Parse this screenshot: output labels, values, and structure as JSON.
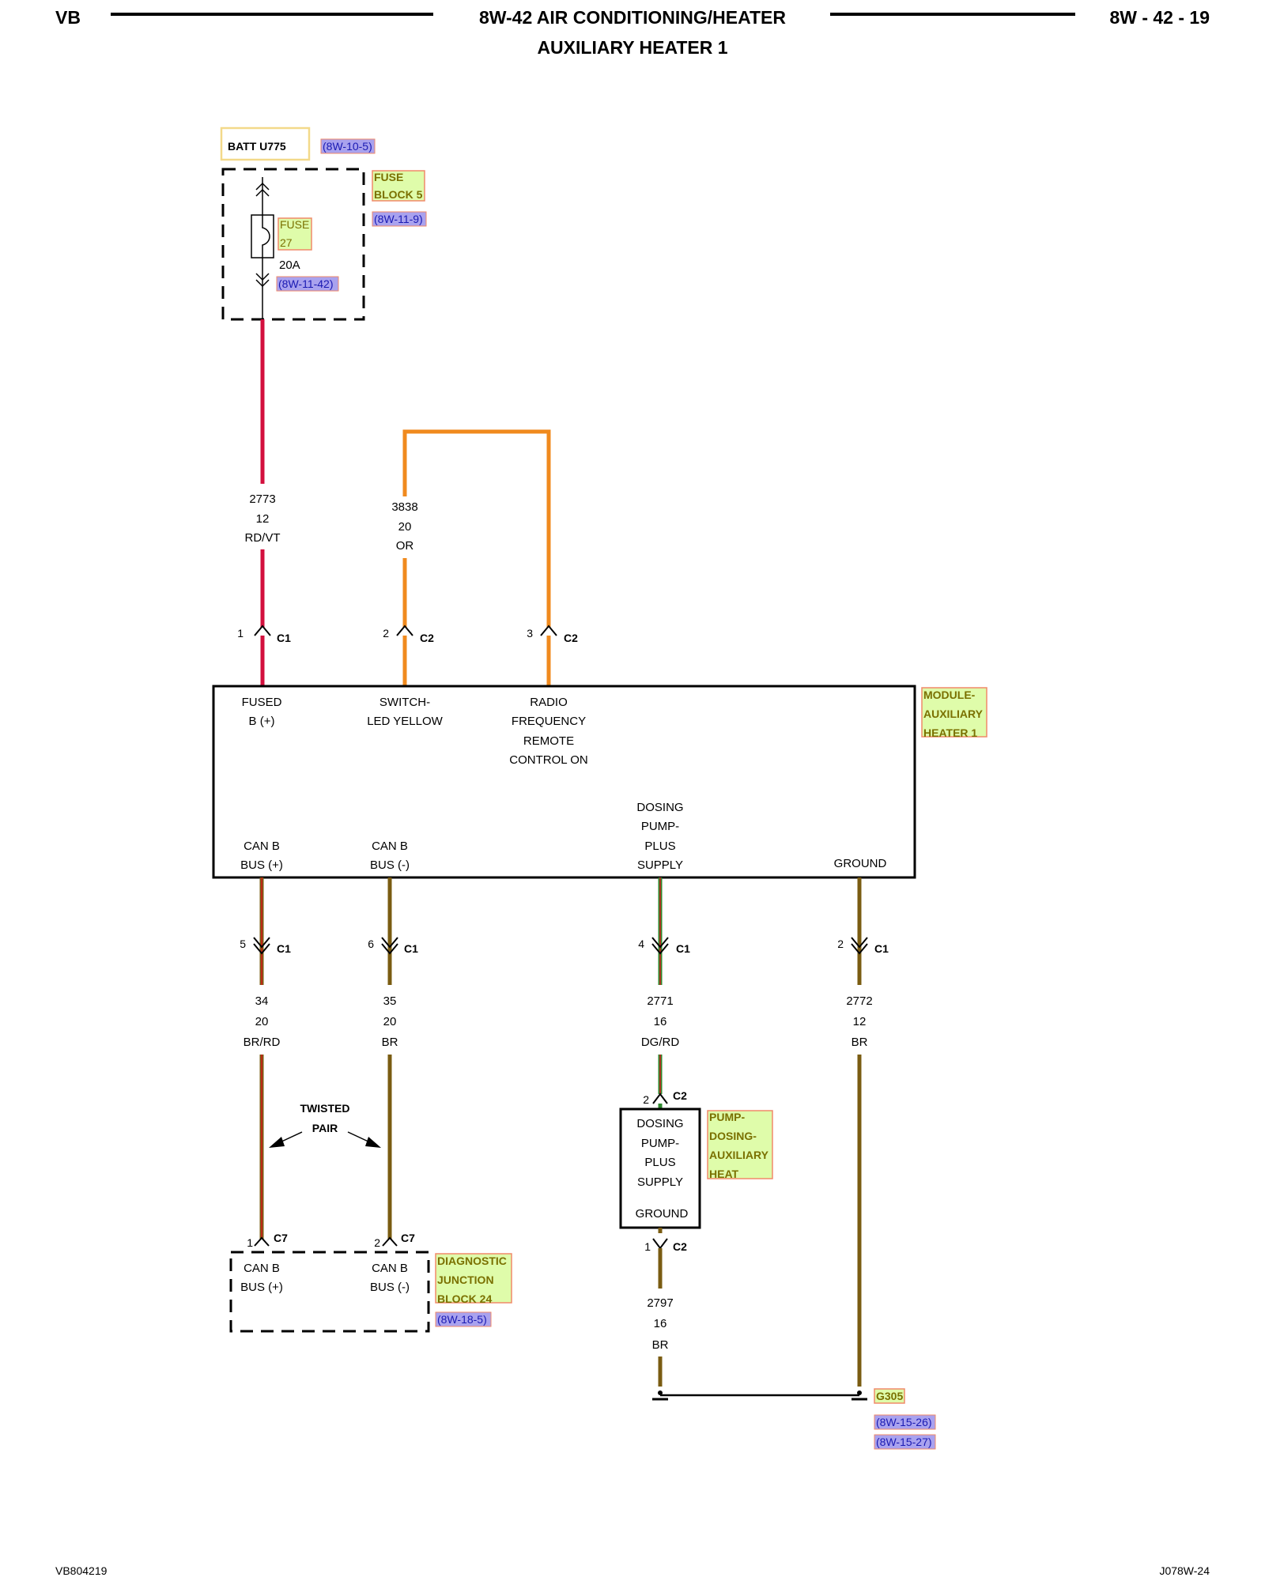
{
  "header": {
    "left": "VB",
    "title": "8W-42 AIR CONDITIONING/HEATER",
    "subtitle": "AUXILIARY HEATER 1",
    "page": "8W - 42 - 19"
  },
  "footer": {
    "left": "VB804219",
    "right": "J078W-24"
  },
  "colors": {
    "rd_vt": "#d3103e",
    "orange": "#f08a1e",
    "brown": "#7a5c12",
    "dark_green": "#2f8a2f",
    "red_tracer": "#d31a1a",
    "ref_fill": "#a9a2ee",
    "tag_fill": "#dffcaa",
    "tag_border": "#f08a6a",
    "batt_border": "#f3d98a"
  },
  "power": {
    "batt_label": "BATT U775",
    "batt_ref": "(8W-10-5)",
    "fuse_block_line1": "FUSE",
    "fuse_block_line2": "BLOCK 5",
    "fuse_block_ref": "(8W-11-9)",
    "fuse_line1": "FUSE",
    "fuse_line2": "27",
    "fuse_rating": "20A",
    "fuse_ref": "(8W-11-42)"
  },
  "wires": {
    "w2773": {
      "circuit": "2773",
      "gauge": "12",
      "color": "RD/VT"
    },
    "w3838": {
      "circuit": "3838",
      "gauge": "20",
      "color": "OR"
    },
    "w34": {
      "circuit": "34",
      "gauge": "20",
      "color": "BR/RD"
    },
    "w35": {
      "circuit": "35",
      "gauge": "20",
      "color": "BR"
    },
    "w2771": {
      "circuit": "2771",
      "gauge": "16",
      "color": "DG/RD"
    },
    "w2772": {
      "circuit": "2772",
      "gauge": "12",
      "color": "BR"
    },
    "w2797": {
      "circuit": "2797",
      "gauge": "16",
      "color": "BR"
    }
  },
  "connectors": {
    "top1": {
      "pin": "1",
      "name": "C1"
    },
    "top2": {
      "pin": "2",
      "name": "C2"
    },
    "top3": {
      "pin": "3",
      "name": "C2"
    },
    "bot5": {
      "pin": "5",
      "name": "C1"
    },
    "bot6": {
      "pin": "6",
      "name": "C1"
    },
    "bot4": {
      "pin": "4",
      "name": "C1"
    },
    "bot2": {
      "pin": "2",
      "name": "C1"
    },
    "pump_in": {
      "pin": "2",
      "name": "C2"
    },
    "pump_out": {
      "pin": "1",
      "name": "C2"
    },
    "dlc1": {
      "pin": "1",
      "name": "C7"
    },
    "dlc2": {
      "pin": "2",
      "name": "C7"
    }
  },
  "module": {
    "tag_line1": "MODULE-",
    "tag_line2": "AUXILIARY",
    "tag_line3": "HEATER 1",
    "pin_fused_1": "FUSED",
    "pin_fused_2": "B (+)",
    "pin_switch_1": "SWITCH-",
    "pin_switch_2": "LED YELLOW",
    "pin_radio_1": "RADIO",
    "pin_radio_2": "FREQUENCY",
    "pin_radio_3": "REMOTE",
    "pin_radio_4": "CONTROL ON",
    "pin_canp_1": "CAN B",
    "pin_canp_2": "BUS (+)",
    "pin_canm_1": "CAN B",
    "pin_canm_2": "BUS (-)",
    "pin_dosing_1": "DOSING",
    "pin_dosing_2": "PUMP-",
    "pin_dosing_3": "PLUS",
    "pin_dosing_4": "SUPPLY",
    "pin_ground": "GROUND"
  },
  "pump": {
    "line1": "DOSING",
    "line2": "PUMP-",
    "line3": "PLUS",
    "line4": "SUPPLY",
    "ground": "GROUND",
    "tag_line1": "PUMP-",
    "tag_line2": "DOSING-",
    "tag_line3": "AUXILIARY",
    "tag_line4": "HEAT"
  },
  "twisted": {
    "line1": "TWISTED",
    "line2": "PAIR"
  },
  "dlc": {
    "canp_1": "CAN B",
    "canp_2": "BUS (+)",
    "canm_1": "CAN B",
    "canm_2": "BUS (-)",
    "tag_line1": "DIAGNOSTIC",
    "tag_line2": "JUNCTION",
    "tag_line3": "BLOCK 24",
    "ref": "(8W-18-5)"
  },
  "ground_point": {
    "name": "G305",
    "ref1": "(8W-15-26)",
    "ref2": "(8W-15-27)"
  }
}
